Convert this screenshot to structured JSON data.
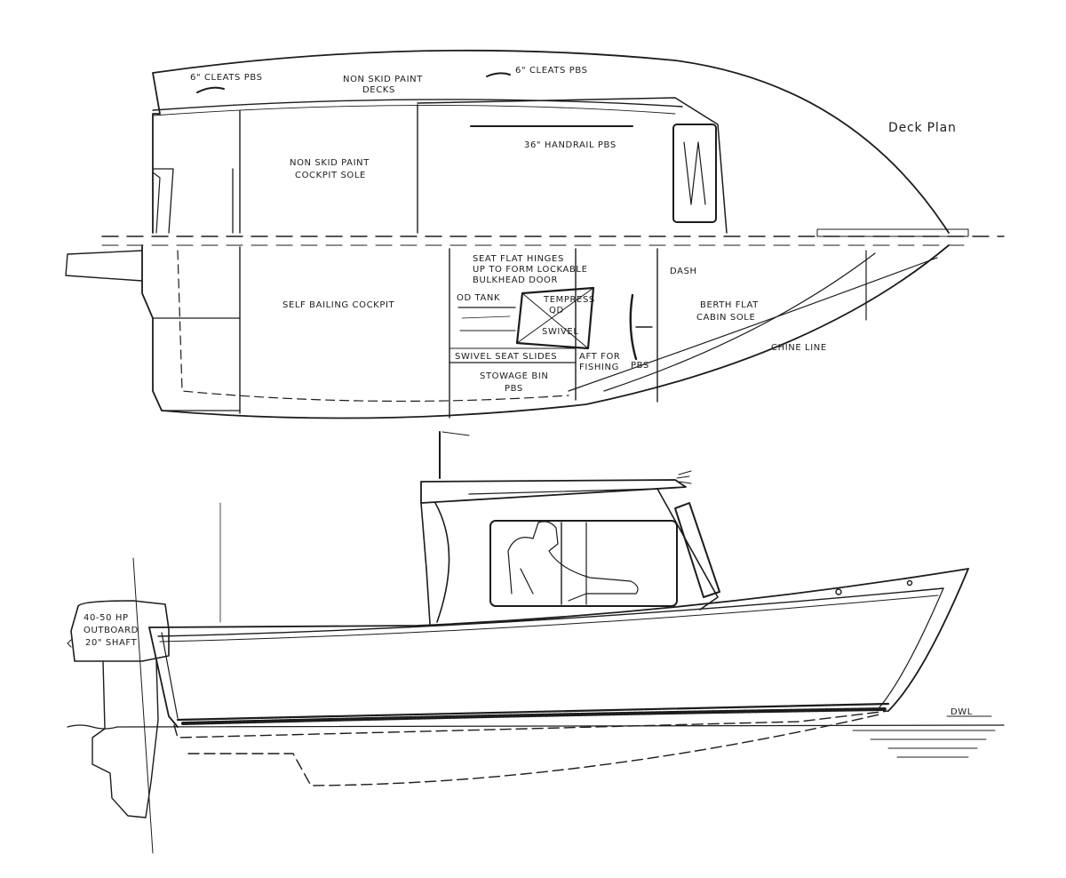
{
  "plan_title": "Deck Plan",
  "labels": {
    "cleats_aft": "6\" CLEATS PBS",
    "cleats_fwd": "6\" CLEATS PBS",
    "nonskid_decks_1": "NON SKID PAINT",
    "nonskid_decks_2": "DECKS",
    "handrail": "36\" HANDRAIL PBS",
    "nonskid_sole_1": "NON SKID PAINT",
    "nonskid_sole_2": "COCKPIT SOLE",
    "self_bailing": "SELF BAILING COCKPIT",
    "seat_flat_1": "SEAT FLAT HINGES",
    "seat_flat_2": "UP TO FORM LOCKABLE",
    "seat_flat_3": "BULKHEAD DOOR",
    "od_tank": "OD TANK",
    "temp_1": "TEMPRESS",
    "temp_2": "QD",
    "temp_3": "SWIVEL",
    "swivel_slides": "SWIVEL SEAT SLIDES",
    "aft_fishing_1": "AFT FOR",
    "aft_fishing_2": "FISHING",
    "stowage_1": "STOWAGE BIN",
    "stowage_2": "PBS",
    "pbs_wheel": "PBS",
    "dash": "DASH",
    "berth_1": "BERTH FLAT",
    "berth_2": "CABIN SOLE",
    "chine_line": "CHINE LINE",
    "outboard_1": "40-50 HP",
    "outboard_2": "OUTBOARD",
    "outboard_3": "20\" SHAFT",
    "dwl": "DWL"
  }
}
